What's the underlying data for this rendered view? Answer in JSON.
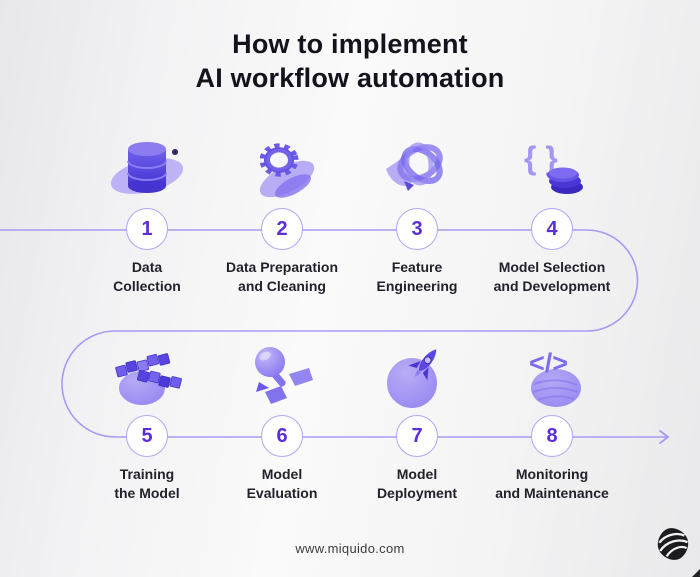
{
  "title": {
    "line1": "How to implement",
    "line2": "AI workflow automation"
  },
  "steps": [
    {
      "number": "1",
      "label1": "Data",
      "label2": "Collection",
      "icon": "database-icon"
    },
    {
      "number": "2",
      "label1": "Data Preparation",
      "label2": "and Cleaning",
      "icon": "gear-icon"
    },
    {
      "number": "3",
      "label1": "Feature",
      "label2": "Engineering",
      "icon": "rings-icon"
    },
    {
      "number": "4",
      "label1": "Model Selection",
      "label2": "and Development",
      "icon": "braces-stack-icon"
    },
    {
      "number": "5",
      "label1": "Training",
      "label2": "the Model",
      "icon": "cubes-icon"
    },
    {
      "number": "6",
      "label1": "Model",
      "label2": "Evaluation",
      "icon": "magnifier-icon"
    },
    {
      "number": "7",
      "label1": "Model",
      "label2": "Deployment",
      "icon": "rocket-icon"
    },
    {
      "number": "8",
      "label1": "Monitoring",
      "label2": "and Maintenance",
      "icon": "code-brush-icon"
    }
  ],
  "glyphs": {
    "braces": "{ }",
    "code": "</>"
  },
  "footer": {
    "url": "www.miquido.com",
    "logo": "miquido-logo"
  },
  "colors": {
    "accent_number": "#5b2ed6",
    "connector_line": "#a89af2",
    "circle_border": "#b4a6f5",
    "title_text": "#14121c",
    "label_text": "#23212b",
    "icon_purple": "#6c5aec",
    "background_light": "#fafafa",
    "background_edge": "#e7e7e9"
  }
}
